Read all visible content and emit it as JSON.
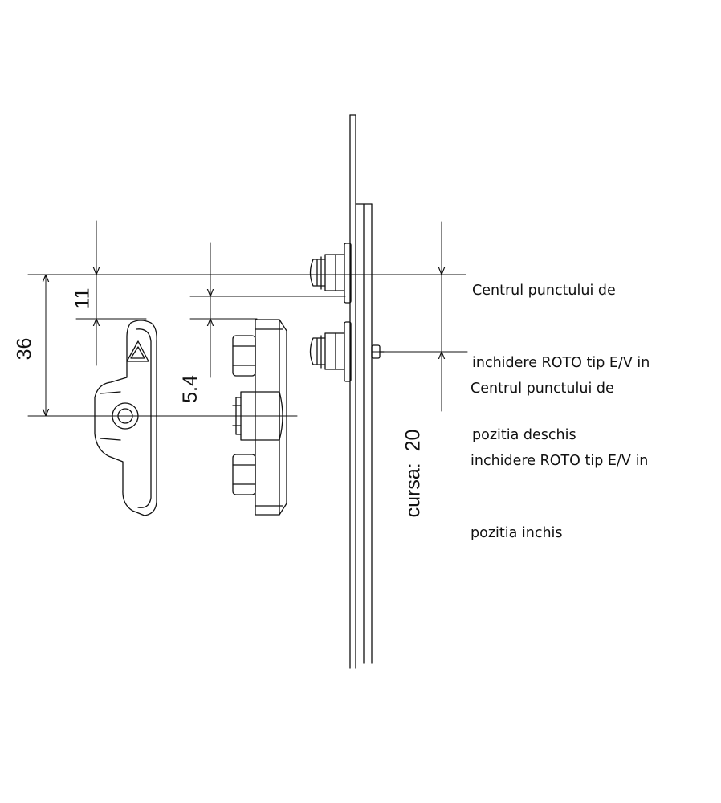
{
  "callouts": {
    "open": {
      "line1": "Centrul punctului de",
      "line2": "inchidere ROTO tip E/V in",
      "line3": "pozitia deschis"
    },
    "closed": {
      "line1": "Centrul punctului de",
      "line2": "inchidere ROTO tip E/V in",
      "line3": "pozitia inchis"
    }
  },
  "dimensions": {
    "d36": "36",
    "d11": "11",
    "d54": "5.4",
    "travel_label": "cursa:",
    "travel_value": "20"
  },
  "colors": {
    "line": "#111111",
    "background": "#ffffff"
  }
}
